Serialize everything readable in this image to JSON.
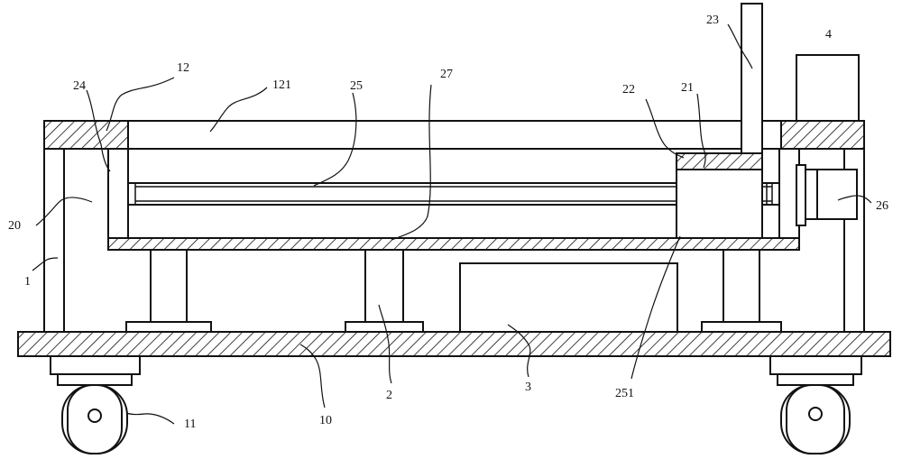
{
  "labels": {
    "l1": "1",
    "l2": "2",
    "l3": "3",
    "l4": "4",
    "l10": "10",
    "l11": "11",
    "l12": "12",
    "l20": "20",
    "l21": "21",
    "l22": "22",
    "l23": "23",
    "l24": "24",
    "l25": "25",
    "l26": "26",
    "l27": "27",
    "l121": "121",
    "l251": "251"
  },
  "colors": {
    "line": "#111111",
    "background": "#ffffff"
  }
}
